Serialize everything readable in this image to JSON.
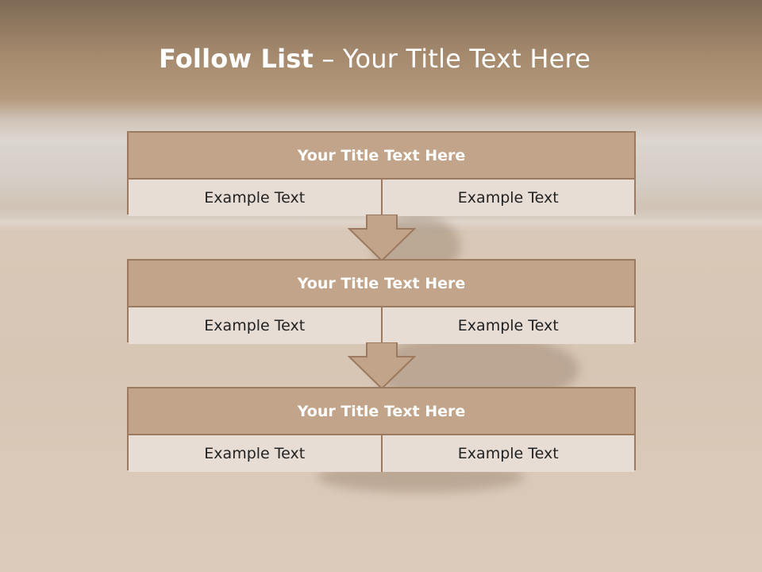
{
  "title": {
    "bold": "Follow List",
    "rest": " – Your Title Text Here"
  },
  "steps": [
    {
      "title": "Your Title Text Here",
      "left": "Example Text",
      "right": "Example Text"
    },
    {
      "title": "Your Title Text Here",
      "left": "Example Text",
      "right": "Example Text"
    },
    {
      "title": "Your Title Text Here",
      "left": "Example Text",
      "right": "Example Text"
    }
  ],
  "colors": {
    "header_fill": "#c1a489",
    "border": "#9c7a5f",
    "row_fill": "#e7ddd5",
    "title_text": "#ffffff"
  }
}
